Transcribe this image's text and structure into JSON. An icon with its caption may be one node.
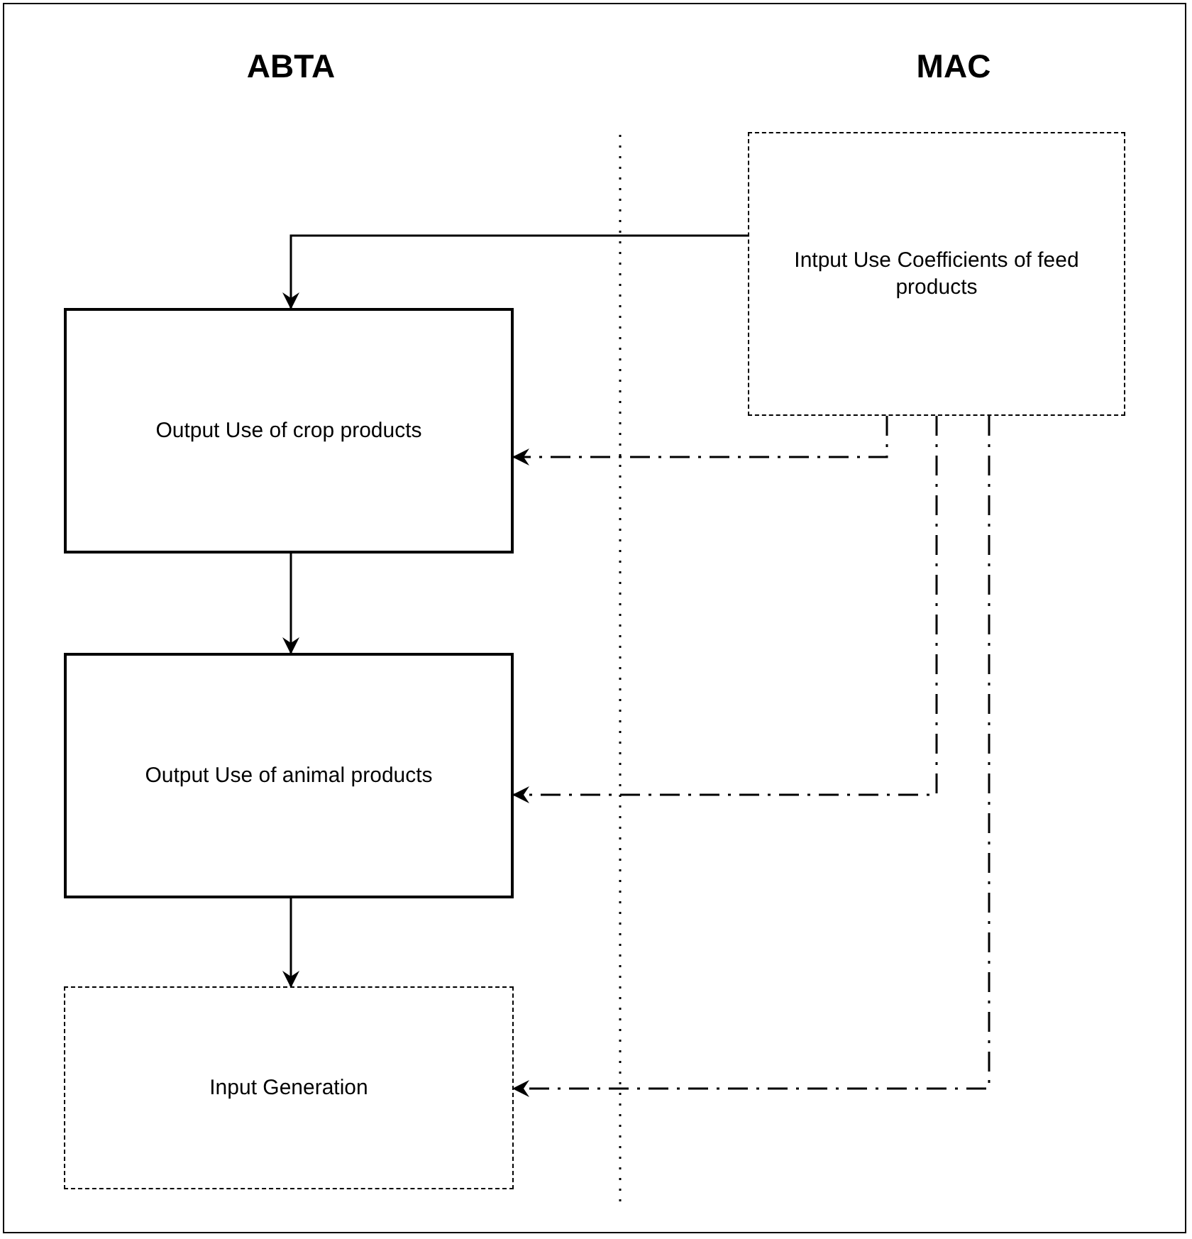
{
  "diagram": {
    "nodes": [
      {
        "text": [
          "Intput Use Coefficients of feed products"
        ]
      },
      {
        "text": [
          "Output Use of crop products"
        ]
      },
      {
        "text": [
          "Output Use of animal products"
        ]
      },
      {
        "text": [
          "Input Generation"
        ]
      }
    ],
    "edges": [
      {
        "from": 0,
        "to": 1,
        "arrow": "to"
      },
      {
        "from": 0,
        "to": 1,
        "arrow": "to",
        "style": "dashed"
      },
      {
        "from": 1,
        "to": 2,
        "arrow": "to"
      },
      {
        "from": 0,
        "to": 2,
        "arrow": "to",
        "style": "dashed"
      },
      {
        "from": 2,
        "to": 3,
        "arrow": "to"
      },
      {
        "from": 0,
        "to": 3,
        "arrow": "to",
        "style": "dashed"
      }
    ],
    "labels": [
      "ABTA",
      "MAC"
    ]
  }
}
